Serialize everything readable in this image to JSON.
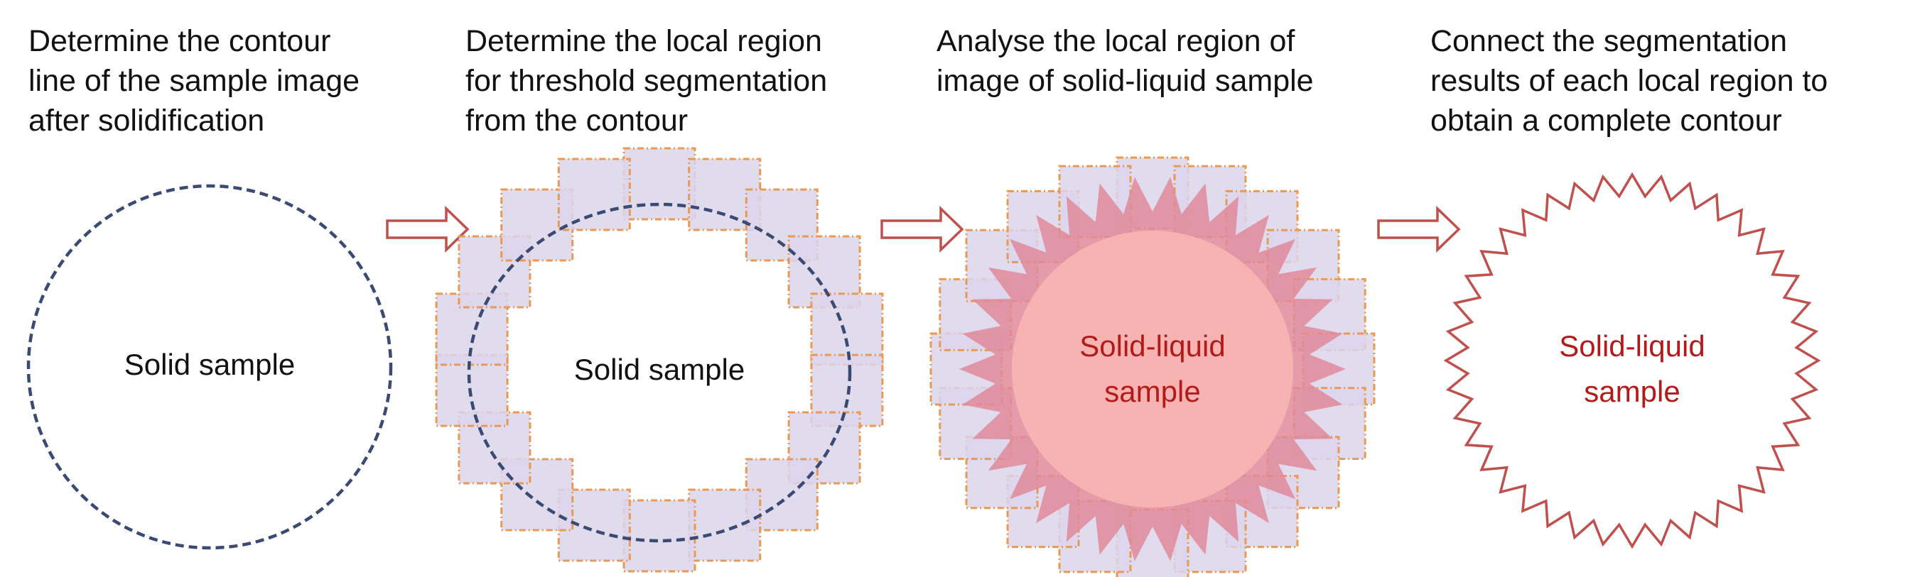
{
  "steps": [
    {
      "caption": [
        "Determine the contour",
        "line of the sample image",
        "after solidification"
      ],
      "label": [
        "Solid sample"
      ]
    },
    {
      "caption": [
        "Determine the local region",
        "for threshold segmentation",
        "from the contour"
      ],
      "label": [
        "Solid sample"
      ]
    },
    {
      "caption": [
        "Analyse the local region of",
        "image of solid-liquid sample"
      ],
      "label": [
        "Solid-liquid",
        "sample"
      ]
    },
    {
      "caption": [
        "Connect the segmentation",
        "results of each local region  to",
        "obtain a complete contour"
      ],
      "label": [
        "Solid-liquid",
        "sample"
      ]
    }
  ],
  "colors": {
    "text": "#111111",
    "dashed_contour": "#3b4a73",
    "region_fill": "#dcd5eb",
    "region_border": "#e89a55",
    "solid_liquid_fill": "#f7b2b2",
    "jagged": "#e08a9a",
    "label_red": "#b31b1b",
    "arrow": "#c0504d"
  }
}
